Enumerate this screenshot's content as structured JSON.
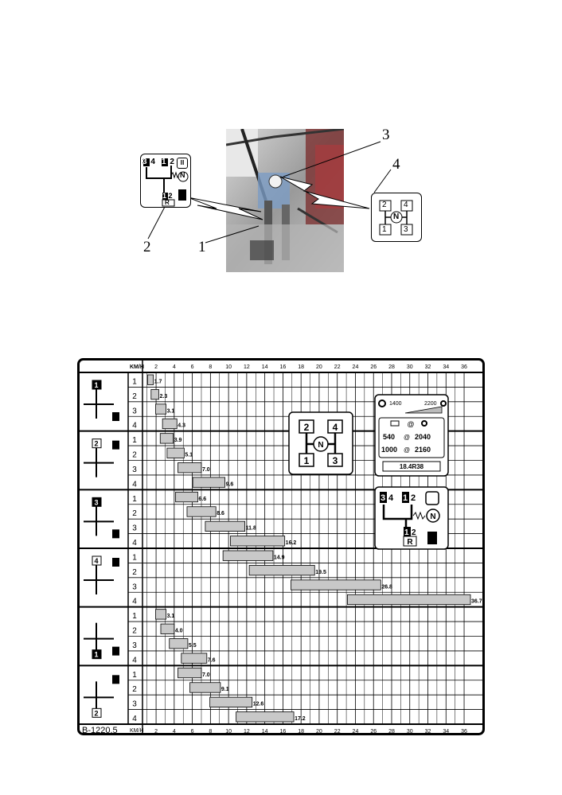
{
  "callouts": {
    "n1": "1",
    "n2": "2",
    "n3": "3",
    "n4": "4"
  },
  "shift_label_small": {
    "top_left_pair": "3 4",
    "top_right_pair": "1 2",
    "neutral": "N",
    "bottom_pair": "1 2",
    "reverse": "R",
    "range_high_icon": "range-III-icon",
    "range_low_icon": "range-II-icon"
  },
  "gear_pattern": {
    "positions": [
      "2",
      "4",
      "N",
      "1",
      "3"
    ]
  },
  "speed_chart": {
    "header_unit": "KM/H",
    "footer_unit": "KM/H",
    "plate_code": "B-1220.5",
    "x_ticks": [
      "2",
      "4",
      "6",
      "8",
      "10",
      "12",
      "14",
      "16",
      "18",
      "20",
      "22",
      "24",
      "26",
      "28",
      "30",
      "32",
      "34",
      "36"
    ],
    "engine_plate": {
      "rpm_low": "1400",
      "rpm_high": "2200",
      "pto_line1_left": "540",
      "pto_line1_right": "2040",
      "pto_line2_left": "1000",
      "pto_line2_right": "2160",
      "at": "@",
      "tyre": "18.4R38"
    },
    "groups": [
      {
        "icon_label": "1",
        "gears": [
          "1",
          "2",
          "3",
          "4"
        ],
        "speeds": [
          "1.7",
          "2.3",
          "3.1",
          "4.3"
        ]
      },
      {
        "icon_label": "2",
        "gears": [
          "1",
          "2",
          "3",
          "4"
        ],
        "speeds": [
          "3.9",
          "5.1",
          "7.0",
          "9.6"
        ]
      },
      {
        "icon_label": "3",
        "gears": [
          "1",
          "2",
          "3",
          "4"
        ],
        "speeds": [
          "6.6",
          "8.6",
          "11.8",
          "16.2"
        ]
      },
      {
        "icon_label": "4",
        "gears": [
          "1",
          "2",
          "3",
          "4"
        ],
        "speeds": [
          "14.9",
          "19.5",
          "26.8",
          "36.7"
        ]
      },
      {
        "icon_label": "1",
        "gears": [
          "1",
          "2",
          "3",
          "4"
        ],
        "speeds": [
          "3.1",
          "4.0",
          "5.5",
          "7.6"
        ]
      },
      {
        "icon_label": "2",
        "gears": [
          "1",
          "2",
          "3",
          "4"
        ],
        "speeds": [
          "7.0",
          "9.1",
          "12.6",
          "17.2"
        ]
      }
    ]
  }
}
